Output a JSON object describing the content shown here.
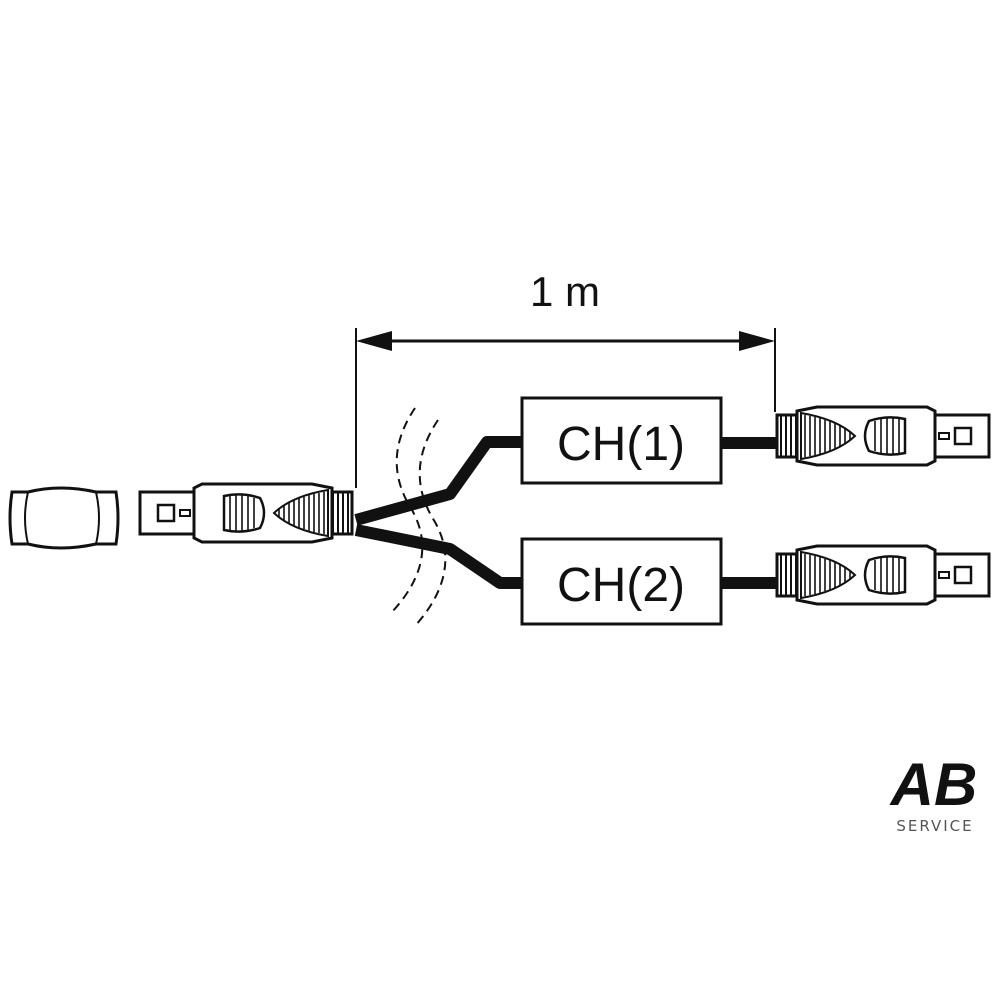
{
  "diagram": {
    "dimension_label": "1 m",
    "channel_1_label": "CH(1)",
    "channel_2_label": "CH(2)"
  },
  "brand": {
    "logo_text": "AB",
    "tagline": "SERVICE"
  }
}
